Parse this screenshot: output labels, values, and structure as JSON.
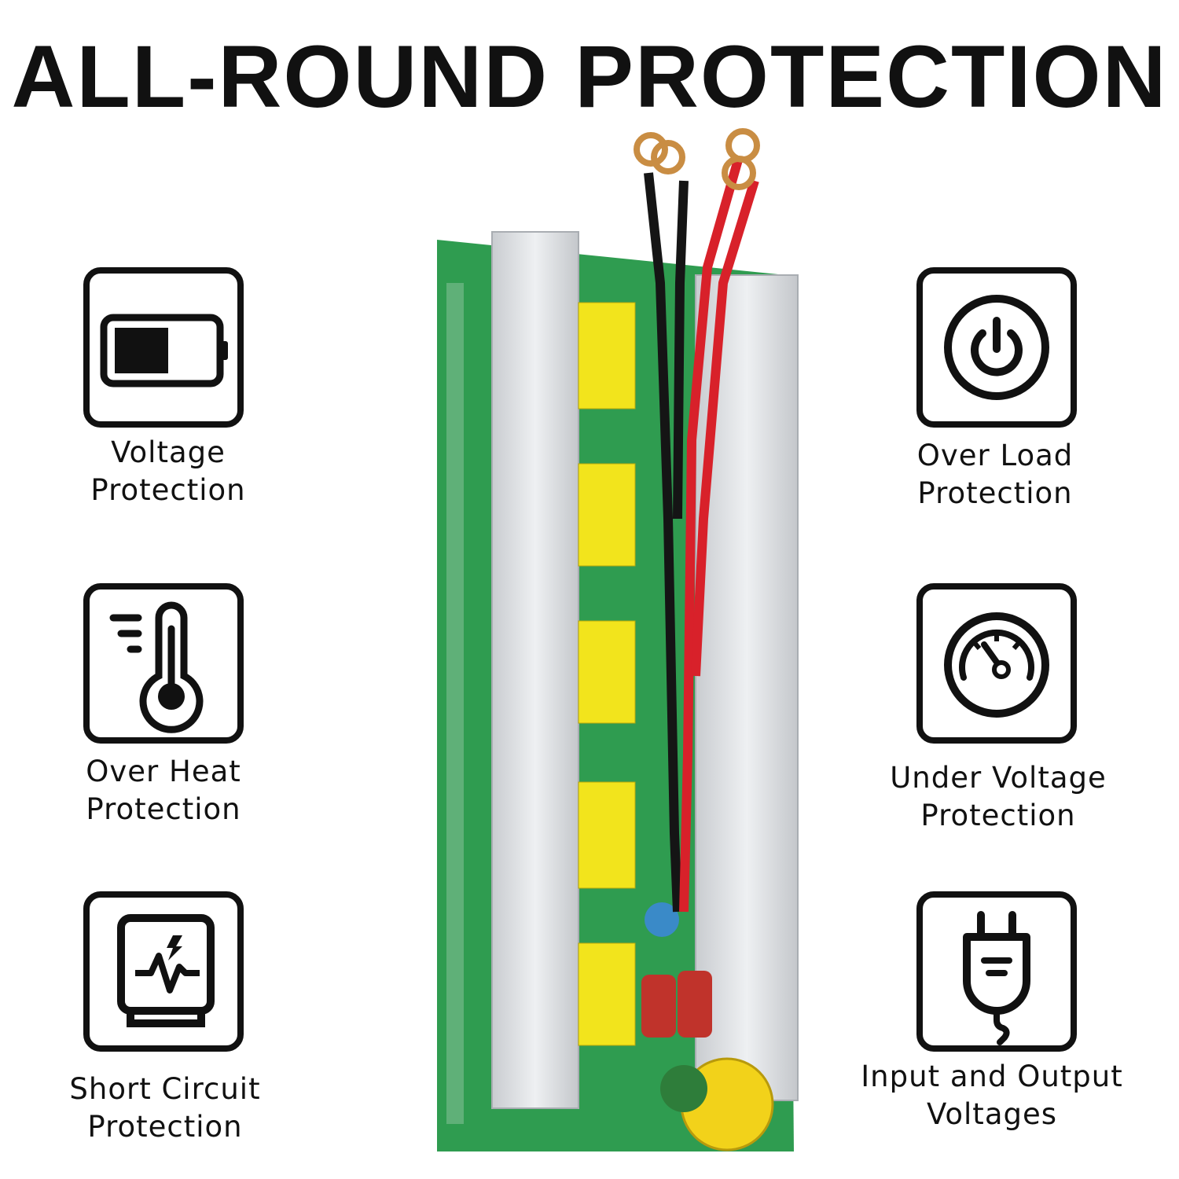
{
  "title": "ALL-ROUND PROTECTION",
  "features": {
    "voltage": {
      "line1": "Voltage",
      "line2": "Protection",
      "icon": "battery-icon"
    },
    "over_heat": {
      "line1": "Over Heat",
      "line2": "Protection",
      "icon": "thermometer-icon"
    },
    "short_circuit": {
      "line1": "Short Circuit",
      "line2": "Protection",
      "icon": "short-circuit-icon"
    },
    "over_load": {
      "line1": "Over Load",
      "line2": "Protection",
      "icon": "power-icon"
    },
    "under_voltage": {
      "line1": "Under Voltage",
      "line2": "Protection",
      "icon": "gauge-icon"
    },
    "io_voltages": {
      "line1": "Input and Output",
      "line2": "Voltages",
      "icon": "plug-icon"
    }
  },
  "colors": {
    "pcb_green": "#2e9b4e",
    "heatsink": "#dfe1e3",
    "transformer_yellow": "#f2e41c",
    "wire_red": "#d8212a",
    "wire_black": "#151515"
  }
}
